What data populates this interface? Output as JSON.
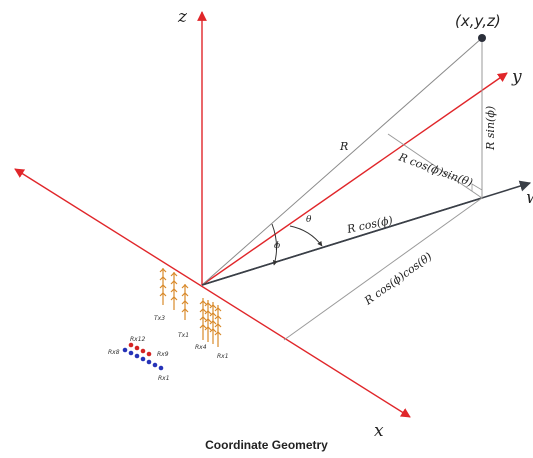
{
  "caption": "Coordinate Geometry",
  "labels": {
    "z": "z",
    "y": "y",
    "x": "x",
    "w": "w",
    "point": "(x,y,z)",
    "R": "R",
    "R_sin_phi": "R sin(ϕ)",
    "R_cos_phi": "R cos(ϕ)",
    "R_cos_phi_sin_theta": "R cos(ϕ)sin(θ)",
    "R_cos_phi_cos_theta": "R cos(ϕ)cos(θ)",
    "phi": "ϕ",
    "theta": "θ"
  },
  "antennas": {
    "tx3": "Tx3",
    "tx1": "Tx1",
    "rx4": "Rx4",
    "rx1": "Rx1",
    "rx12": "Rx12",
    "rx8": "Rx8",
    "rx9": "Rx9",
    "rx1_array": "Rx1"
  },
  "colors": {
    "axis_red": "#e0262a",
    "vector_dark": "#3a3f47",
    "guide_gray": "#9a9a9a",
    "antenna_orange": "#d98a2a",
    "rx_red": "#d42424",
    "rx_blue": "#2633b8"
  }
}
